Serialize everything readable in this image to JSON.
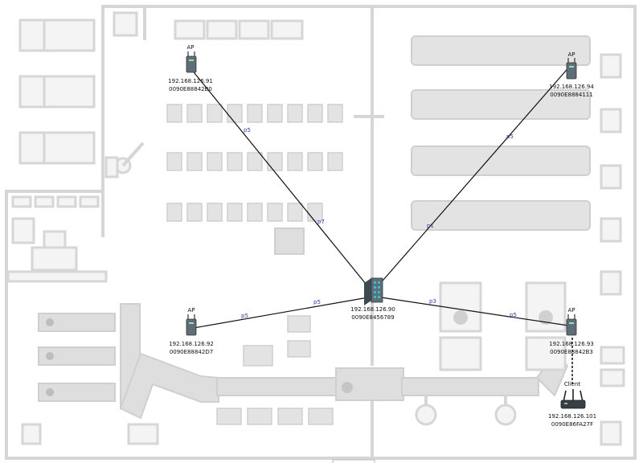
{
  "devices": {
    "ap1": {
      "type": "AP",
      "ip": "192.168.126.91",
      "mac": "0090E88842B0"
    },
    "ap2": {
      "type": "AP",
      "ip": "192.168.126.94",
      "mac": "0090E8884111"
    },
    "ap3": {
      "type": "AP",
      "ip": "192.168.126.92",
      "mac": "0090E88842D7"
    },
    "ap4": {
      "type": "AP",
      "ip": "192.168.126.93",
      "mac": "0090E88842B3"
    },
    "switch": {
      "type": "",
      "ip": "192.168.126.90",
      "mac": "0090E8456789"
    },
    "client": {
      "type": "Client",
      "ip": "192.168.126.101",
      "mac": "0090E86FA27F"
    }
  },
  "links": {
    "ap1_switch": {
      "ap_port": "p5",
      "switch_port": "p7"
    },
    "ap2_switch": {
      "ap_port": "p5",
      "switch_port": "p1"
    },
    "ap3_switch": {
      "ap_port": "p5",
      "switch_port": "p5"
    },
    "ap4_switch": {
      "ap_port": "p5",
      "switch_port": "p3"
    }
  },
  "colors": {
    "floorplan": "#d6d6d6",
    "link": "#111111",
    "port_label": "#2b3fa8",
    "device_body": "#5e6e78"
  },
  "icons": {
    "access_point": "wireless-access-point-icon",
    "switch": "ethernet-switch-icon",
    "client": "wireless-client-router-icon"
  }
}
